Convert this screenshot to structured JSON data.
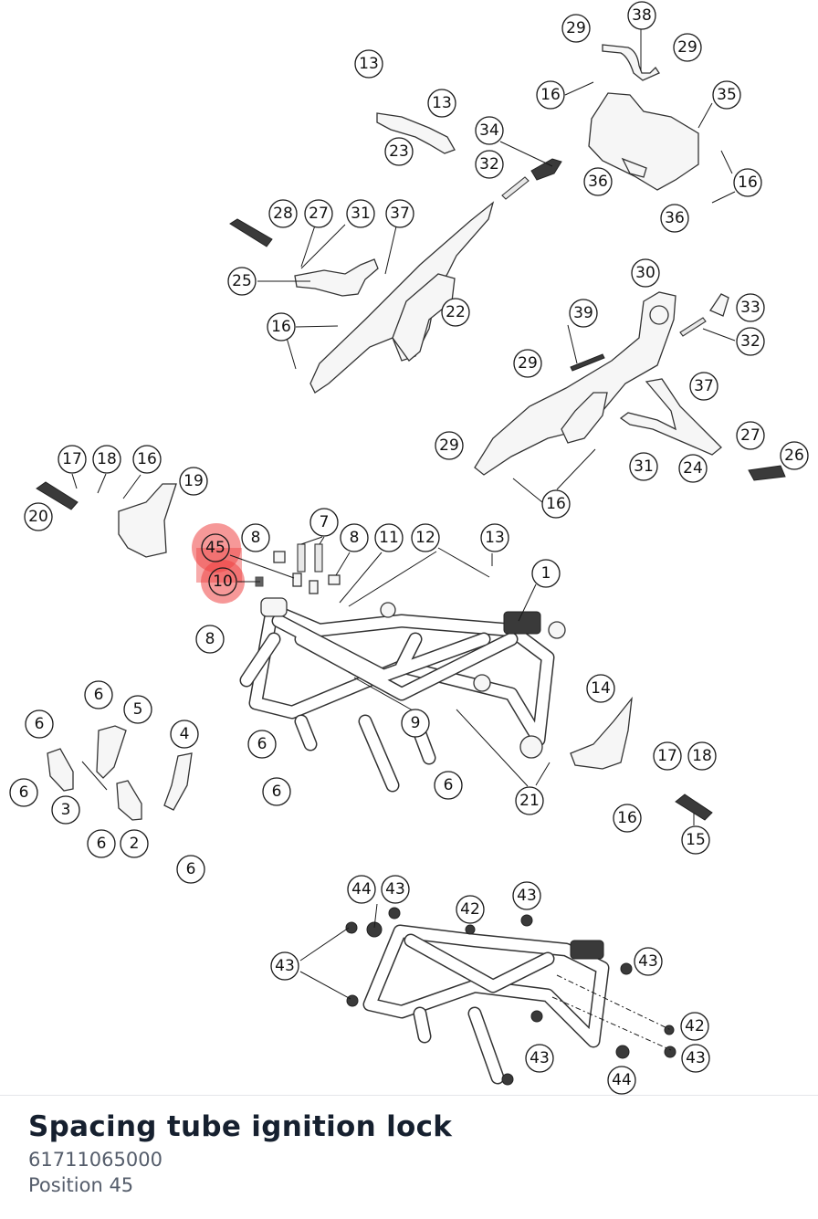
{
  "part": {
    "name": "Spacing tube ignition lock",
    "number": "61711065000",
    "position_text": "Position 45",
    "highlight_color": "#ee4444"
  },
  "callouts": {
    "c29a": "29",
    "c38": "38",
    "c29b": "29",
    "c13a": "13",
    "c13b": "13",
    "c16a": "16",
    "c35": "35",
    "c34": "34",
    "c23": "23",
    "c32a": "32",
    "c36a": "36",
    "c16b": "16",
    "c36b": "36",
    "c28": "28",
    "c27a": "27",
    "c31a": "31",
    "c37a": "37",
    "c25": "25",
    "c22": "22",
    "c16c": "16",
    "c30": "30",
    "c33": "33",
    "c39": "39",
    "c32b": "32",
    "c29c": "29",
    "c37b": "37",
    "c27b": "27",
    "c29d": "29",
    "c26": "26",
    "c31b": "31",
    "c24": "24",
    "c16d": "16",
    "c17a": "17",
    "c18a": "18",
    "c16e": "16",
    "c19": "19",
    "c20": "20",
    "c45": "45",
    "c8a": "8",
    "c7": "7",
    "c8b": "8",
    "c11": "11",
    "c12": "12",
    "c13c": "13",
    "c1": "1",
    "c10": "10",
    "c8c": "8",
    "c6a": "6",
    "c5": "5",
    "c6b": "6",
    "c4": "4",
    "c14": "14",
    "c9": "9",
    "c6c": "6",
    "c6d": "6",
    "c3": "3",
    "c6e": "6",
    "c6f": "6",
    "c2": "2",
    "c6g": "6",
    "c17b": "17",
    "c18b": "18",
    "c6h": "6",
    "c21": "21",
    "c16f": "16",
    "c15": "15",
    "c44a": "44",
    "c43a": "43",
    "c42a": "42",
    "c43b": "43",
    "c43c": "43",
    "c43d": "43",
    "c42b": "42",
    "c43e": "43",
    "c43f": "43",
    "c44b": "44"
  }
}
